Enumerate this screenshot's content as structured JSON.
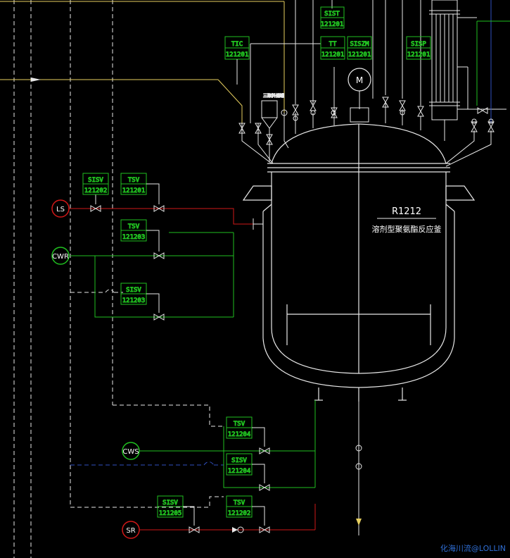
{
  "colors": {
    "background": "#000000",
    "green": "#20c020",
    "red": "#d01818",
    "white": "#e8e8e8",
    "yellow": "#e8d060",
    "blue_dash": "#3050c0",
    "watermark": "#2f6fd6"
  },
  "equipment": {
    "id": "R1212",
    "name": "溶剂型聚氨酯反应釜",
    "motor": "M",
    "feed_label": "三聚料储罐"
  },
  "utilities": {
    "ls": "LS",
    "cwr": "CWR",
    "cws": "CWS",
    "sr": "SR"
  },
  "tags": [
    {
      "type": "SIST",
      "num": "121201"
    },
    {
      "type": "TIC",
      "num": "121201"
    },
    {
      "type": "TT",
      "num": "121201"
    },
    {
      "type": "SISZM",
      "num": "121201"
    },
    {
      "type": "SISP",
      "num": "121201"
    },
    {
      "type": "SISV",
      "num": "121202"
    },
    {
      "type": "TSV",
      "num": "121201"
    },
    {
      "type": "TSV",
      "num": "121203"
    },
    {
      "type": "SISV",
      "num": "121203"
    },
    {
      "type": "TSV",
      "num": "121204"
    },
    {
      "type": "SISV",
      "num": "121204"
    },
    {
      "type": "SISV",
      "num": "121205"
    },
    {
      "type": "TSV",
      "num": "121202"
    }
  ],
  "watermark": "化海川流@LOLLIN"
}
